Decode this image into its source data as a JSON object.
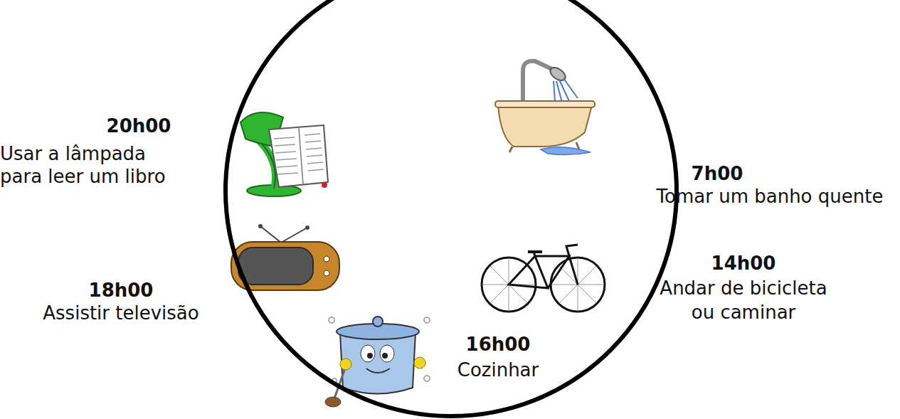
{
  "diagram": {
    "nodes": [
      {
        "text": [
          "16h00",
          "Cozinhar"
        ]
      }
    ],
    "labels": [
      "20h00",
      "Usar a lâmpada para leer um libro",
      "7h00",
      "Tomar um banho quente",
      "14h00",
      "Andar de bicicleta ou caminar",
      "18h00",
      "Assistir televisão"
    ]
  }
}
